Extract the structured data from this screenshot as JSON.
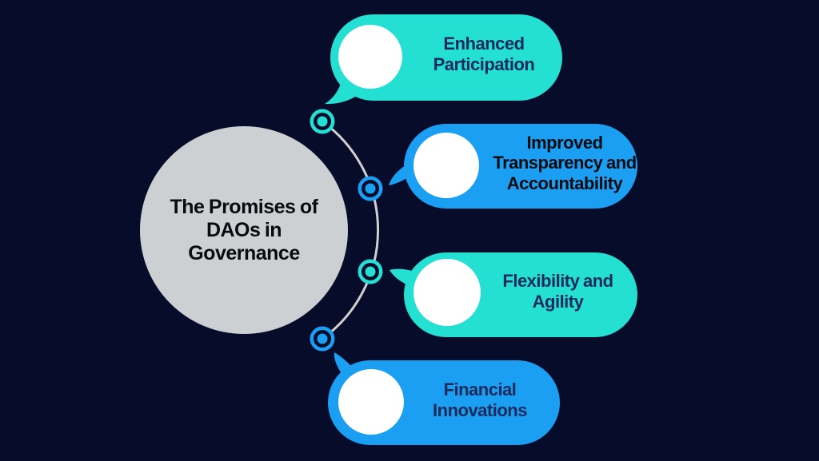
{
  "colors": {
    "background": "#070c2b",
    "teal": "#24e0d2",
    "blue": "#1b9ff2",
    "gray_circle": "#cdd0d2",
    "arc_line": "#cfcfcf",
    "white": "#ffffff",
    "navy_text": "#1d2b5c",
    "black_text": "#0a0b10"
  },
  "center": {
    "title": "The Promises of\nDAOs in\nGovernance"
  },
  "bubbles": [
    {
      "label": "Enhanced\nParticipation"
    },
    {
      "label": "Improved\nTransparency and\nAccountability"
    },
    {
      "label": "Flexibility and\nAgility"
    },
    {
      "label": "Financial\nInnovations"
    }
  ]
}
